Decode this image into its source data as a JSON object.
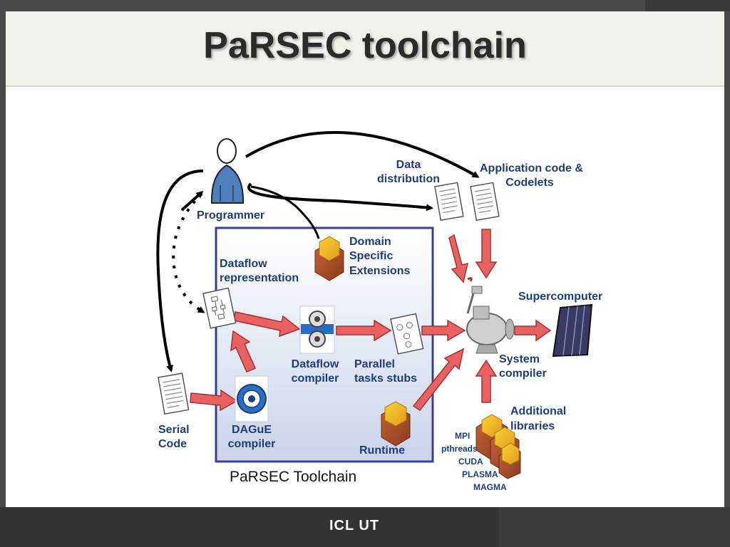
{
  "slide": {
    "title": "PaRSEC toolchain",
    "caption": "PaRSEC Toolchain",
    "footer_logo_text": "ICL UT"
  },
  "labels": {
    "programmer": "Programmer",
    "data_distribution_1": "Data",
    "data_distribution_2": "distribution",
    "app_code_1": "Application code &",
    "app_code_2": "Codelets",
    "domain_1": "Domain",
    "domain_2": "Specific",
    "domain_3": "Extensions",
    "dataflow_rep_1": "Dataflow",
    "dataflow_rep_2": "representation",
    "supercomputer": "Supercomputer",
    "dataflow_compiler_1": "Dataflow",
    "dataflow_compiler_2": "compiler",
    "parallel_1": "Parallel",
    "parallel_2": "tasks stubs",
    "system_compiler_1": "System",
    "system_compiler_2": "compiler",
    "additional_1": "Additional",
    "additional_2": "libraries",
    "serial_1": "Serial",
    "serial_2": "Code",
    "dague_1": "DAGuE",
    "dague_2": "compiler",
    "runtime": "Runtime",
    "libs": [
      "MPI",
      "pthreads",
      "CUDA",
      "PLASMA",
      "MAGMA"
    ]
  },
  "colors": {
    "label_blue": "#1f3d7a",
    "toolchain_border": "#3b3f8f",
    "arrow_red": "#e05555",
    "supercomputer": "#3a3a66"
  }
}
